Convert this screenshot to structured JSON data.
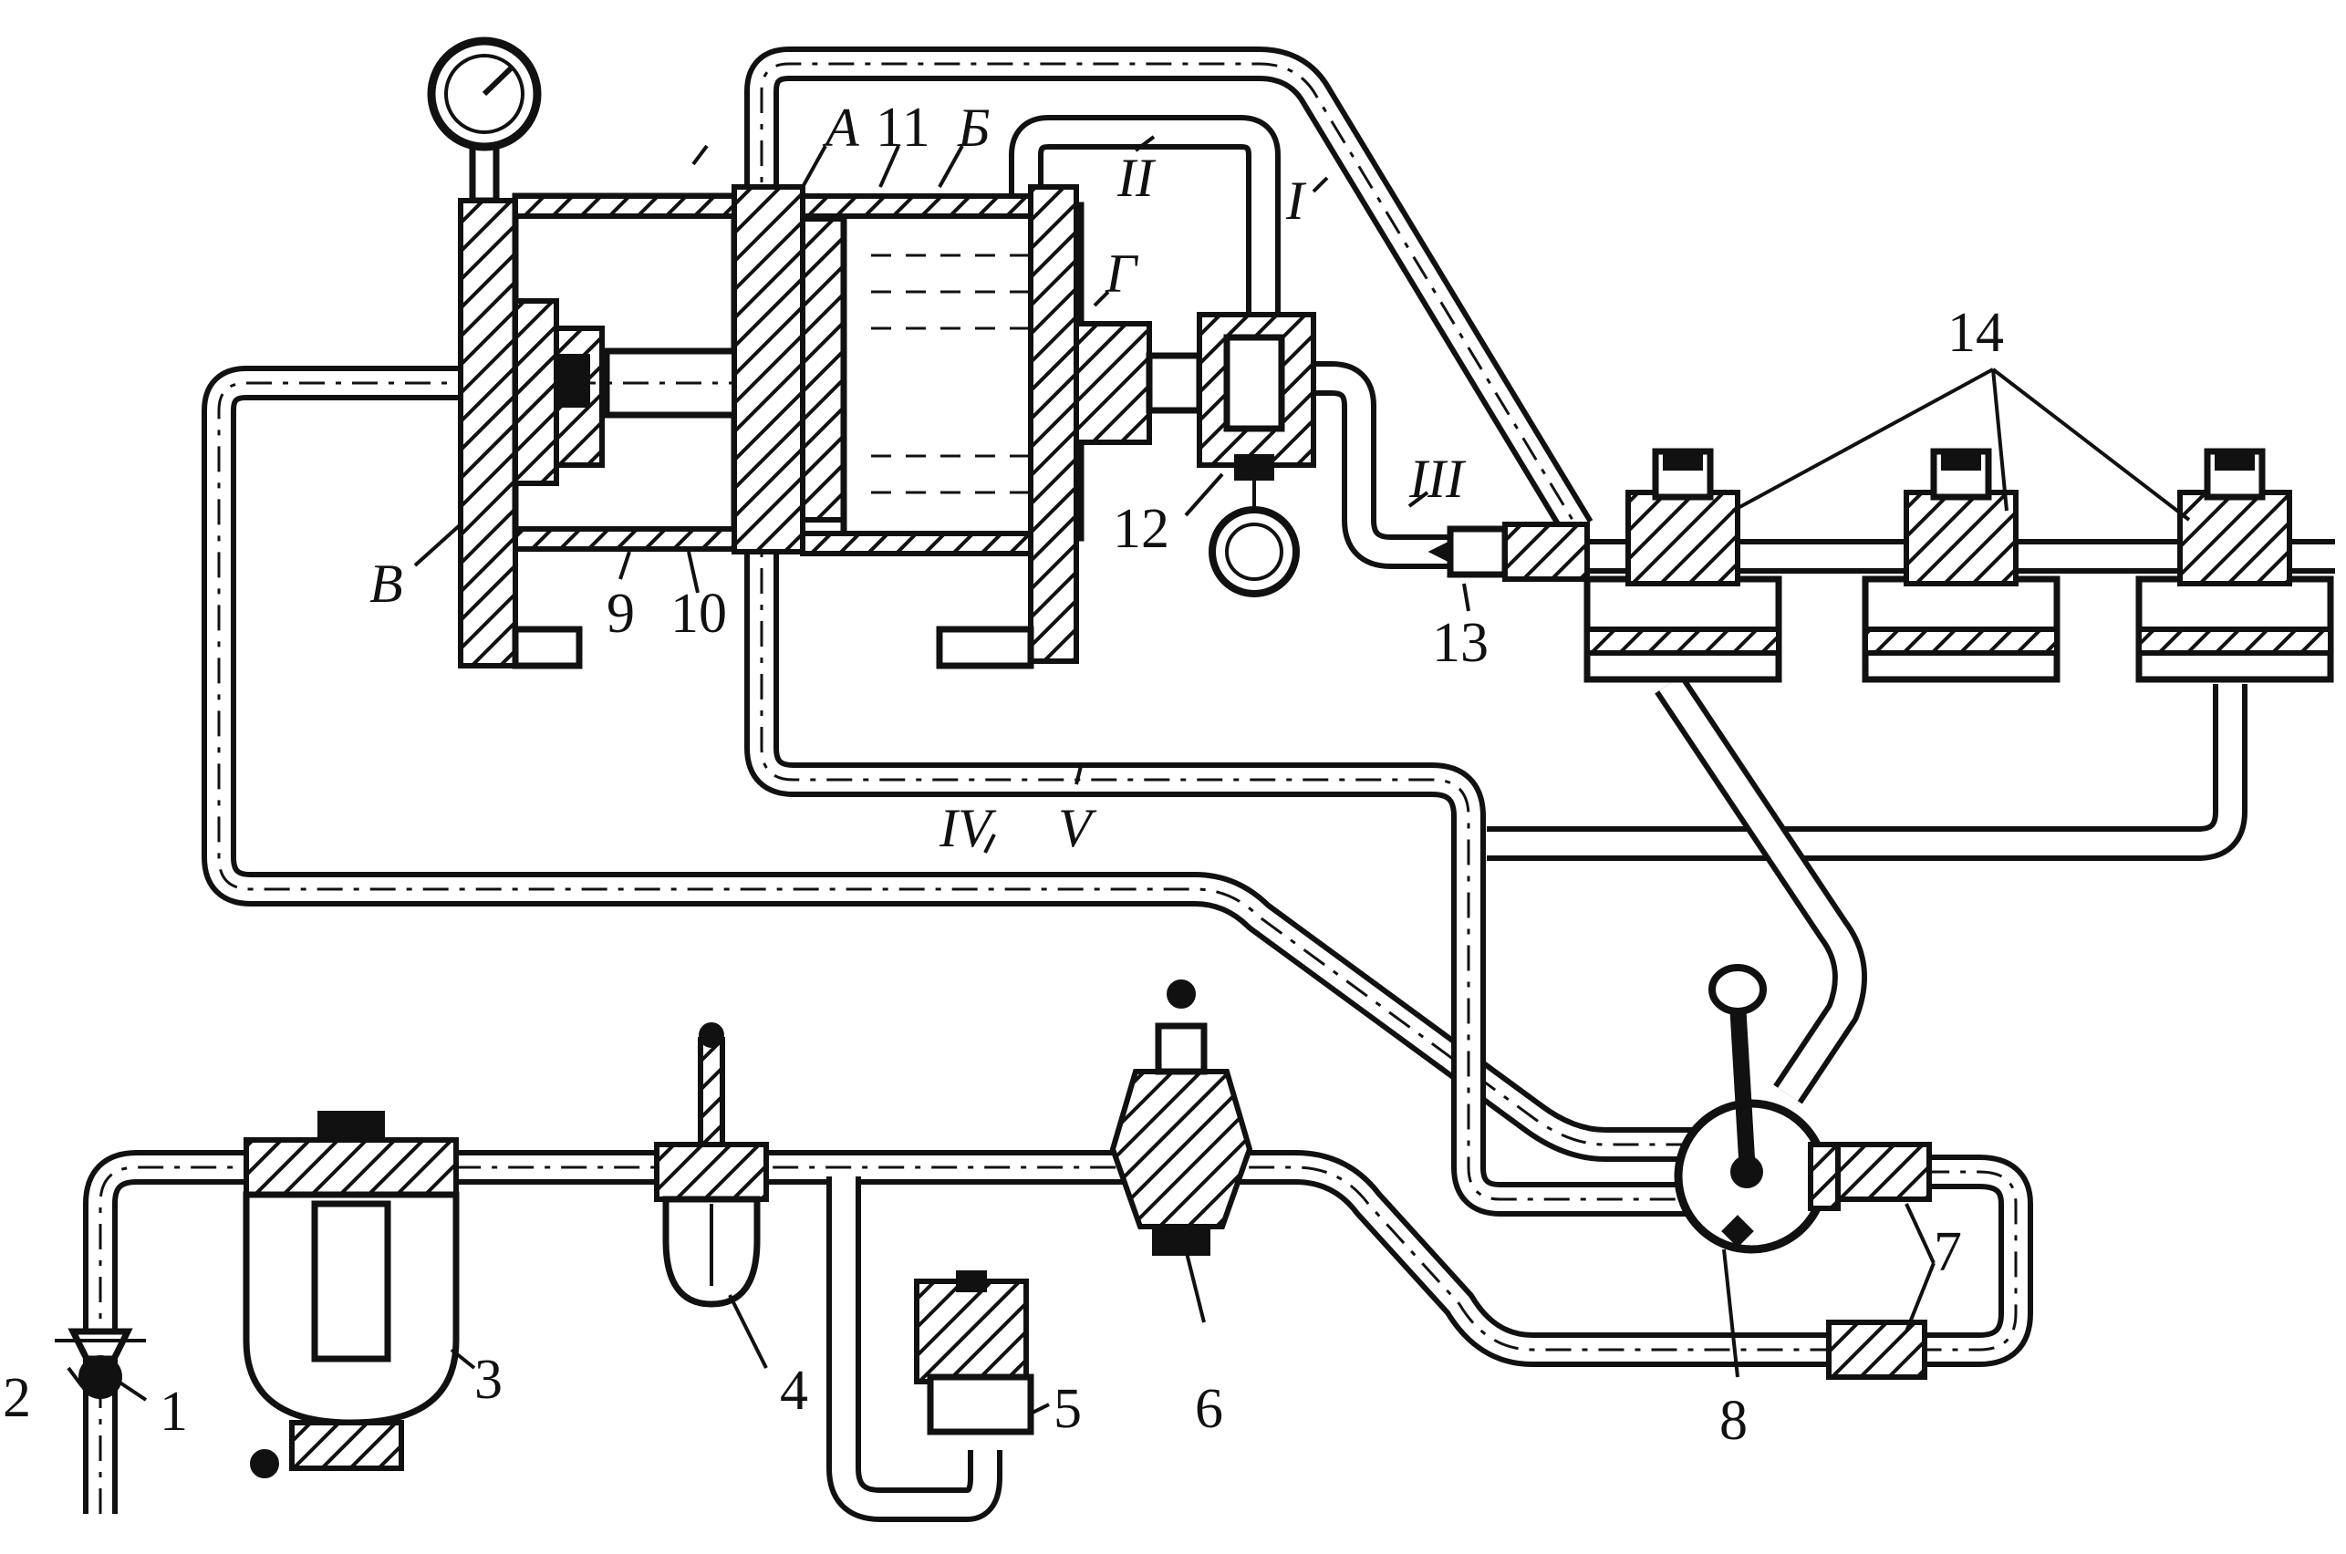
{
  "diagram": {
    "labels": {
      "n1": "1",
      "n2": "2",
      "n3": "3",
      "n4": "4",
      "n5": "5",
      "n6": "6",
      "n7": "7",
      "n8": "8",
      "n9": "9",
      "n10": "10",
      "n11": "11",
      "n12": "12",
      "n13": "13",
      "n14": "14",
      "chamber_a": "А",
      "chamber_b": "Б",
      "chamber_v": "В",
      "chamber_g": "Г",
      "line_i": "I",
      "line_ii": "II",
      "line_iii": "III",
      "line_iv": "IV",
      "line_v": "V"
    }
  }
}
